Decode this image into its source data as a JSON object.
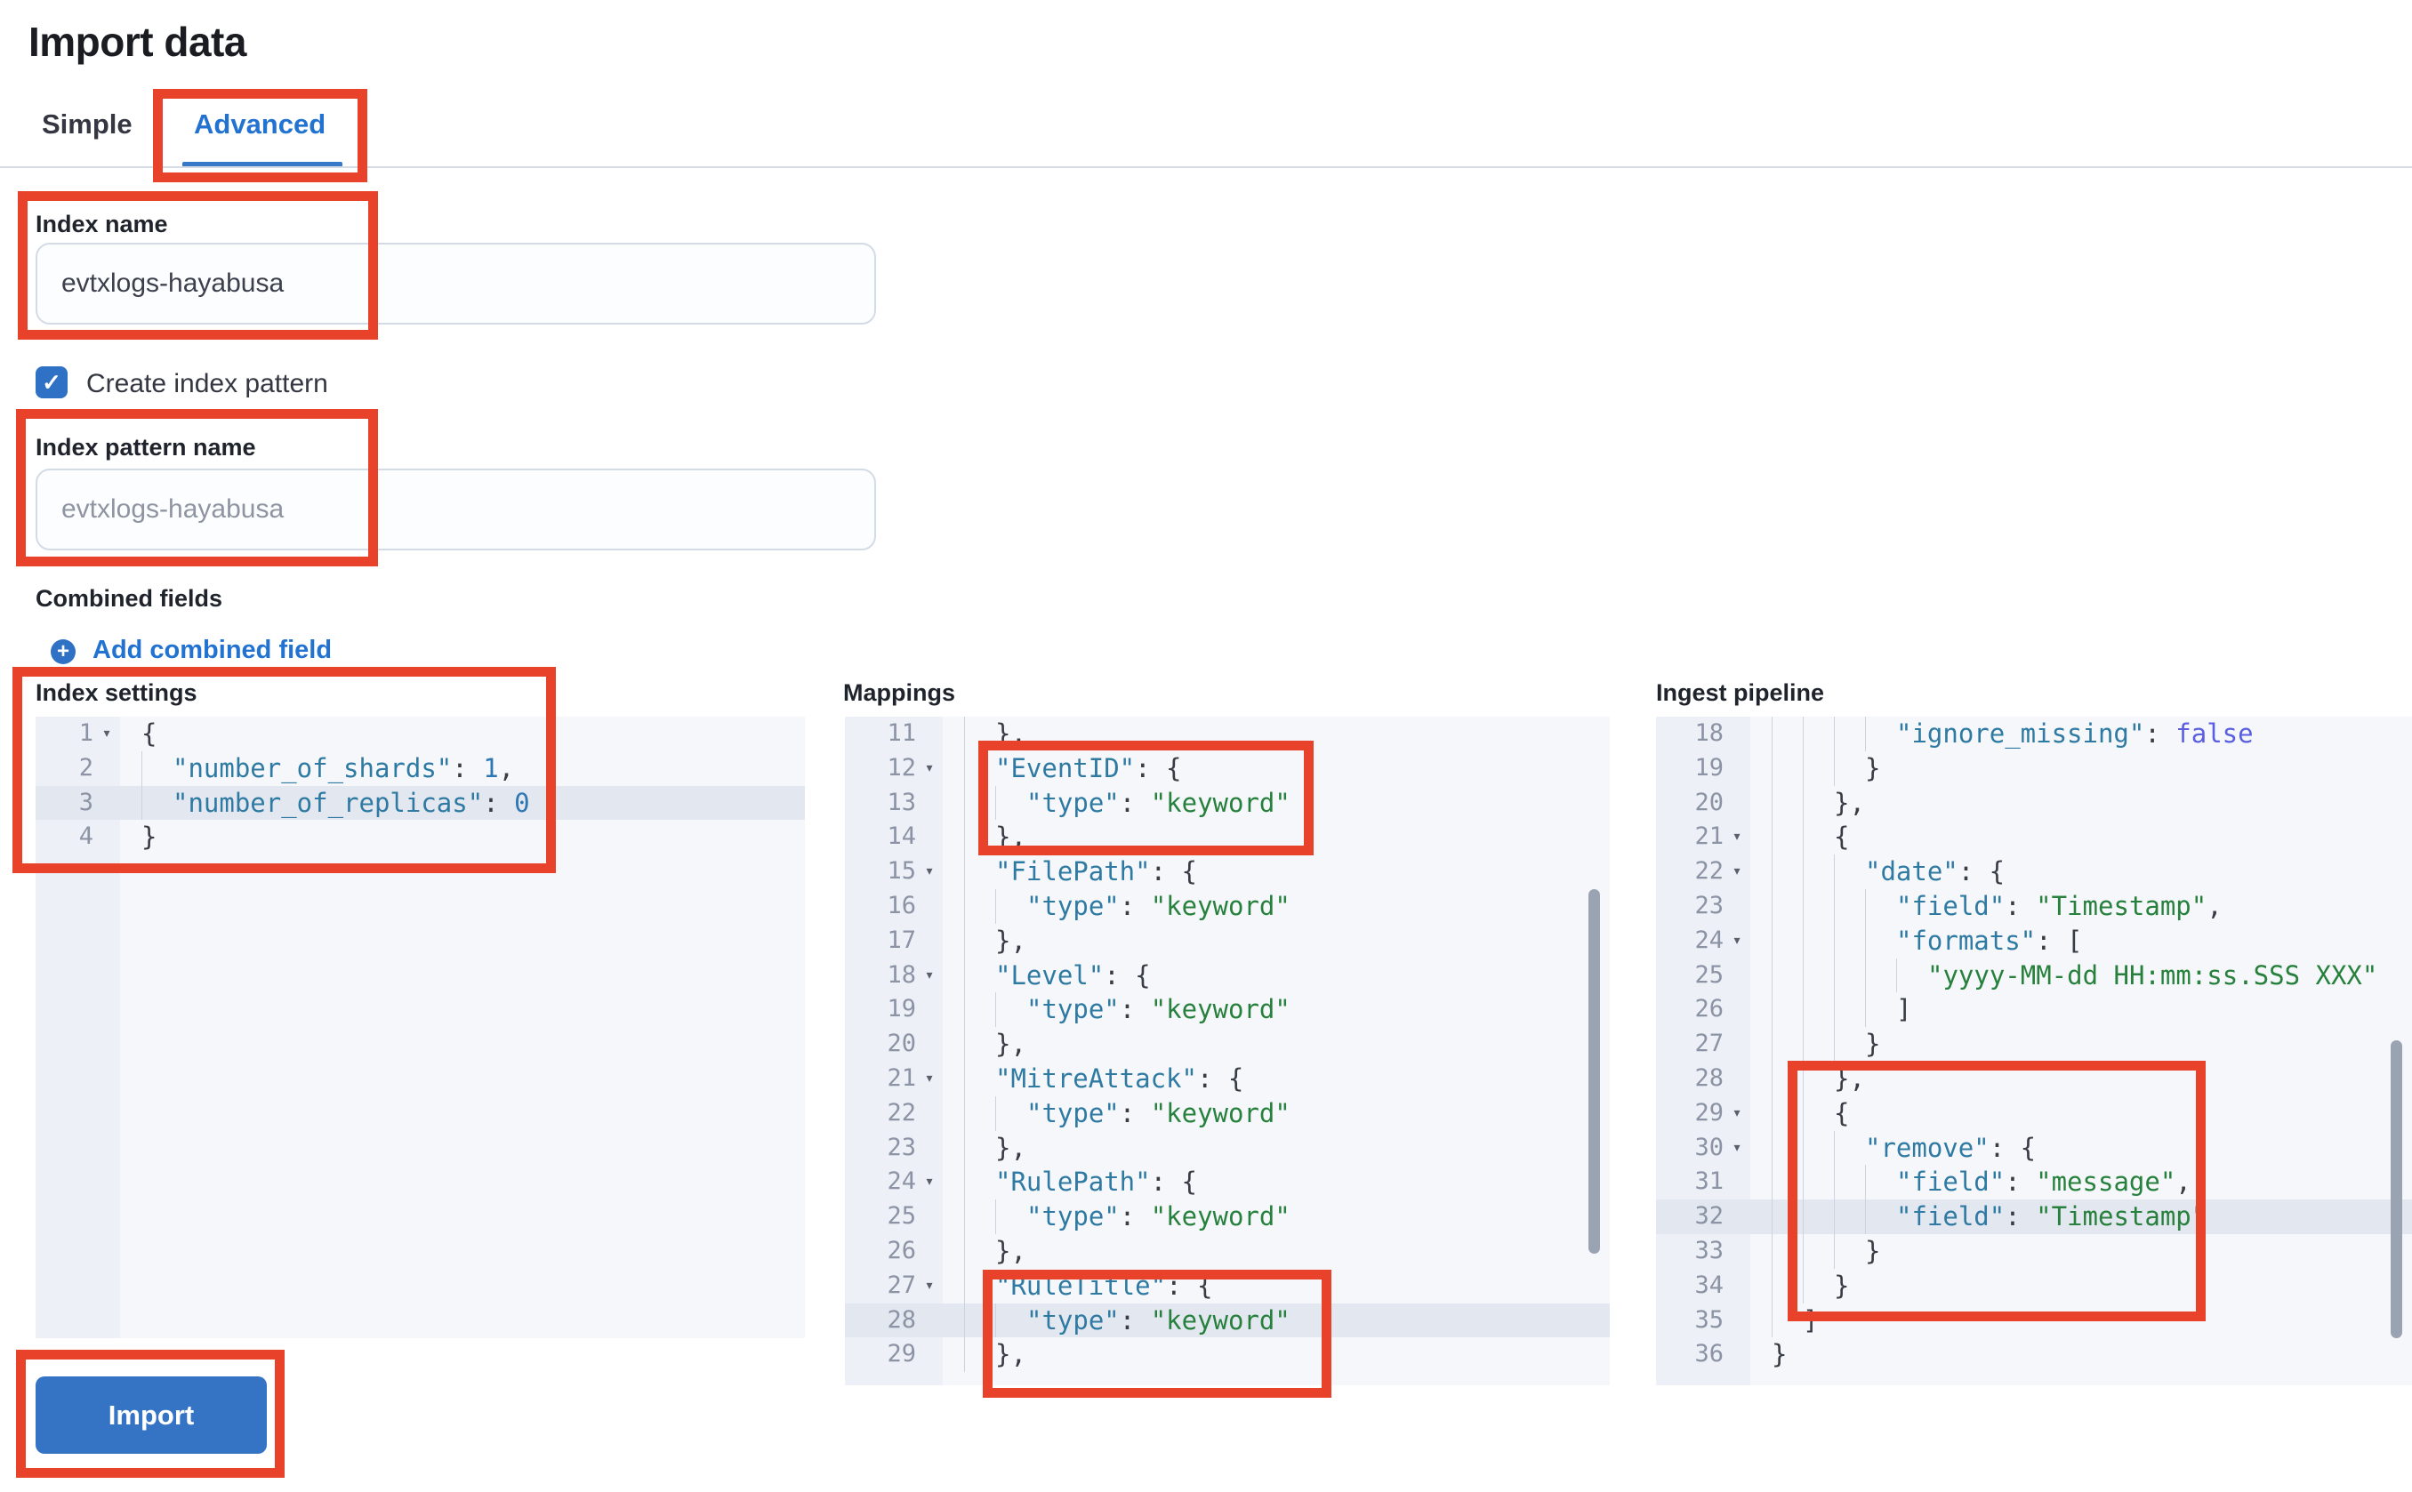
{
  "page": {
    "title": "Import data"
  },
  "tabs": {
    "simple": "Simple",
    "advanced": "Advanced"
  },
  "index_name": {
    "label": "Index name",
    "value": "evtxlogs-hayabusa"
  },
  "create_index_pattern": {
    "label": "Create index pattern",
    "checked": true
  },
  "index_pattern_name": {
    "label": "Index pattern name",
    "placeholder": "evtxlogs-hayabusa"
  },
  "combined_fields": {
    "label": "Combined fields",
    "add_label": "Add combined field"
  },
  "import_button": {
    "label": "Import"
  },
  "icons": {
    "fold": "▾",
    "check": "✓",
    "plus": "+"
  },
  "colors": {
    "annotation_red": "#e8432a",
    "accent_blue": "#2273d1",
    "button_blue": "#3574c4"
  },
  "editors": [
    {
      "id": "ed-index-settings",
      "label": "Index settings",
      "lines": [
        {
          "n": 1,
          "lv": 0,
          "fold": true,
          "hl": false,
          "t": [
            [
              "p",
              "{"
            ]
          ]
        },
        {
          "n": 2,
          "lv": 1,
          "fold": false,
          "hl": false,
          "t": [
            [
              "k",
              "\"number_of_shards\""
            ],
            [
              "p",
              ": "
            ],
            [
              "n",
              "1"
            ],
            [
              "p",
              ","
            ]
          ]
        },
        {
          "n": 3,
          "lv": 1,
          "fold": false,
          "hl": true,
          "t": [
            [
              "k",
              "\"number_of_replicas\""
            ],
            [
              "p",
              ": "
            ],
            [
              "n",
              "0"
            ]
          ]
        },
        {
          "n": 4,
          "lv": 0,
          "fold": false,
          "hl": false,
          "t": [
            [
              "p",
              "}"
            ]
          ]
        }
      ]
    },
    {
      "id": "ed-mappings",
      "label": "Mappings",
      "lines": [
        {
          "n": 11,
          "lv": 1,
          "fold": false,
          "hl": false,
          "t": [
            [
              "p",
              "},"
            ]
          ]
        },
        {
          "n": 12,
          "lv": 1,
          "fold": true,
          "hl": false,
          "t": [
            [
              "k",
              "\"EventID\""
            ],
            [
              "p",
              ": {"
            ]
          ]
        },
        {
          "n": 13,
          "lv": 2,
          "fold": false,
          "hl": false,
          "t": [
            [
              "k",
              "\"type\""
            ],
            [
              "p",
              ": "
            ],
            [
              "s",
              "\"keyword\""
            ]
          ]
        },
        {
          "n": 14,
          "lv": 1,
          "fold": false,
          "hl": false,
          "t": [
            [
              "p",
              "},"
            ]
          ]
        },
        {
          "n": 15,
          "lv": 1,
          "fold": true,
          "hl": false,
          "t": [
            [
              "k",
              "\"FilePath\""
            ],
            [
              "p",
              ": {"
            ]
          ]
        },
        {
          "n": 16,
          "lv": 2,
          "fold": false,
          "hl": false,
          "t": [
            [
              "k",
              "\"type\""
            ],
            [
              "p",
              ": "
            ],
            [
              "s",
              "\"keyword\""
            ]
          ]
        },
        {
          "n": 17,
          "lv": 1,
          "fold": false,
          "hl": false,
          "t": [
            [
              "p",
              "},"
            ]
          ]
        },
        {
          "n": 18,
          "lv": 1,
          "fold": true,
          "hl": false,
          "t": [
            [
              "k",
              "\"Level\""
            ],
            [
              "p",
              ": {"
            ]
          ]
        },
        {
          "n": 19,
          "lv": 2,
          "fold": false,
          "hl": false,
          "t": [
            [
              "k",
              "\"type\""
            ],
            [
              "p",
              ": "
            ],
            [
              "s",
              "\"keyword\""
            ]
          ]
        },
        {
          "n": 20,
          "lv": 1,
          "fold": false,
          "hl": false,
          "t": [
            [
              "p",
              "},"
            ]
          ]
        },
        {
          "n": 21,
          "lv": 1,
          "fold": true,
          "hl": false,
          "t": [
            [
              "k",
              "\"MitreAttack\""
            ],
            [
              "p",
              ": {"
            ]
          ]
        },
        {
          "n": 22,
          "lv": 2,
          "fold": false,
          "hl": false,
          "t": [
            [
              "k",
              "\"type\""
            ],
            [
              "p",
              ": "
            ],
            [
              "s",
              "\"keyword\""
            ]
          ]
        },
        {
          "n": 23,
          "lv": 1,
          "fold": false,
          "hl": false,
          "t": [
            [
              "p",
              "},"
            ]
          ]
        },
        {
          "n": 24,
          "lv": 1,
          "fold": true,
          "hl": false,
          "t": [
            [
              "k",
              "\"RulePath\""
            ],
            [
              "p",
              ": {"
            ]
          ]
        },
        {
          "n": 25,
          "lv": 2,
          "fold": false,
          "hl": false,
          "t": [
            [
              "k",
              "\"type\""
            ],
            [
              "p",
              ": "
            ],
            [
              "s",
              "\"keyword\""
            ]
          ]
        },
        {
          "n": 26,
          "lv": 1,
          "fold": false,
          "hl": false,
          "t": [
            [
              "p",
              "},"
            ]
          ]
        },
        {
          "n": 27,
          "lv": 1,
          "fold": true,
          "hl": false,
          "t": [
            [
              "k",
              "\"RuleTitle\""
            ],
            [
              "p",
              ": {"
            ]
          ]
        },
        {
          "n": 28,
          "lv": 2,
          "fold": false,
          "hl": true,
          "t": [
            [
              "k",
              "\"type\""
            ],
            [
              "p",
              ": "
            ],
            [
              "s",
              "\"keyword\""
            ]
          ]
        },
        {
          "n": 29,
          "lv": 1,
          "fold": false,
          "hl": false,
          "t": [
            [
              "p",
              "},"
            ]
          ]
        }
      ]
    },
    {
      "id": "ed-ingest-pipeline",
      "label": "Ingest pipeline",
      "lines": [
        {
          "n": 18,
          "lv": 4,
          "fold": false,
          "hl": false,
          "t": [
            [
              "k",
              "\"ignore_missing\""
            ],
            [
              "p",
              ": "
            ],
            [
              "b",
              "false"
            ]
          ]
        },
        {
          "n": 19,
          "lv": 3,
          "fold": false,
          "hl": false,
          "t": [
            [
              "p",
              "}"
            ]
          ]
        },
        {
          "n": 20,
          "lv": 2,
          "fold": false,
          "hl": false,
          "t": [
            [
              "p",
              "},"
            ]
          ]
        },
        {
          "n": 21,
          "lv": 2,
          "fold": true,
          "hl": false,
          "t": [
            [
              "p",
              "{"
            ]
          ]
        },
        {
          "n": 22,
          "lv": 3,
          "fold": true,
          "hl": false,
          "t": [
            [
              "k",
              "\"date\""
            ],
            [
              "p",
              ": {"
            ]
          ]
        },
        {
          "n": 23,
          "lv": 4,
          "fold": false,
          "hl": false,
          "t": [
            [
              "k",
              "\"field\""
            ],
            [
              "p",
              ": "
            ],
            [
              "s",
              "\"Timestamp\""
            ],
            [
              "p",
              ","
            ]
          ]
        },
        {
          "n": 24,
          "lv": 4,
          "fold": true,
          "hl": false,
          "t": [
            [
              "k",
              "\"formats\""
            ],
            [
              "p",
              ": ["
            ]
          ]
        },
        {
          "n": 25,
          "lv": 5,
          "fold": false,
          "hl": false,
          "t": [
            [
              "s",
              "\"yyyy-MM-dd HH:mm:ss.SSS XXX\""
            ]
          ]
        },
        {
          "n": 26,
          "lv": 4,
          "fold": false,
          "hl": false,
          "t": [
            [
              "p",
              "]"
            ]
          ]
        },
        {
          "n": 27,
          "lv": 3,
          "fold": false,
          "hl": false,
          "t": [
            [
              "p",
              "}"
            ]
          ]
        },
        {
          "n": 28,
          "lv": 2,
          "fold": false,
          "hl": false,
          "t": [
            [
              "p",
              "},"
            ]
          ]
        },
        {
          "n": 29,
          "lv": 2,
          "fold": true,
          "hl": false,
          "t": [
            [
              "p",
              "{"
            ]
          ]
        },
        {
          "n": 30,
          "lv": 3,
          "fold": true,
          "hl": false,
          "t": [
            [
              "k",
              "\"remove\""
            ],
            [
              "p",
              ": {"
            ]
          ]
        },
        {
          "n": 31,
          "lv": 4,
          "fold": false,
          "hl": false,
          "t": [
            [
              "k",
              "\"field\""
            ],
            [
              "p",
              ": "
            ],
            [
              "s",
              "\"message\""
            ],
            [
              "p",
              ","
            ]
          ]
        },
        {
          "n": 32,
          "lv": 4,
          "fold": false,
          "hl": true,
          "t": [
            [
              "k",
              "\"field\""
            ],
            [
              "p",
              ": "
            ],
            [
              "s",
              "\"Timestamp\""
            ]
          ]
        },
        {
          "n": 33,
          "lv": 3,
          "fold": false,
          "hl": false,
          "t": [
            [
              "p",
              "}"
            ]
          ]
        },
        {
          "n": 34,
          "lv": 2,
          "fold": false,
          "hl": false,
          "t": [
            [
              "p",
              "}"
            ]
          ]
        },
        {
          "n": 35,
          "lv": 1,
          "fold": false,
          "hl": false,
          "t": [
            [
              "p",
              "]"
            ]
          ]
        },
        {
          "n": 36,
          "lv": 0,
          "fold": false,
          "hl": false,
          "t": [
            [
              "p",
              "}"
            ]
          ]
        }
      ]
    }
  ]
}
